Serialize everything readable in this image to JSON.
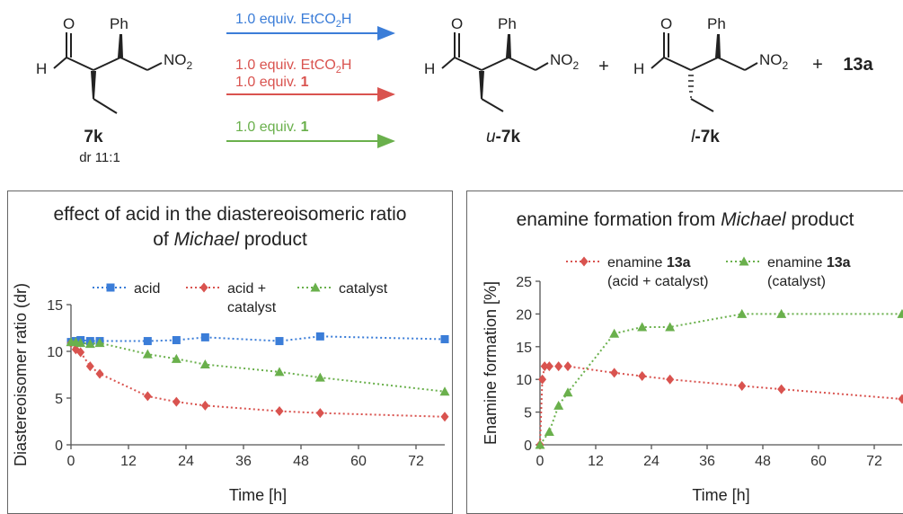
{
  "scheme": {
    "reactant": {
      "ph": "Ph",
      "no2": "NO",
      "no2_sub": "2",
      "h": "H",
      "o": "O",
      "label": "7k",
      "dr": "dr 11:1"
    },
    "arrows": [
      {
        "parts": [
          "1.0 equiv. EtCO",
          "2",
          "H"
        ],
        "color": "#3b7dd8"
      },
      {
        "parts": [
          "1.0 equiv. EtCO",
          "2",
          "H"
        ],
        "line2": [
          "1.0 equiv. ",
          "1"
        ],
        "color": "#d9534f"
      },
      {
        "line2": [
          "1.0 equiv. ",
          "1"
        ],
        "color": "#6ab04c"
      }
    ],
    "product_u": {
      "ph": "Ph",
      "no2": "NO",
      "no2_sub": "2",
      "h": "H",
      "o": "O",
      "label_prefix": "u",
      "label": "-7k"
    },
    "plus1": "+",
    "product_l": {
      "ph": "Ph",
      "no2": "NO",
      "no2_sub": "2",
      "h": "H",
      "o": "O",
      "label_prefix": "l",
      "label": "-7k"
    },
    "plus2": "+",
    "product_13a": "13a"
  },
  "left_panel": {
    "title_line1": "effect of acid in the diastereoisomeric ratio",
    "title_line2_pre": "of ",
    "title_line2_em": "Michael",
    "title_line2_post": " product"
  },
  "right_panel": {
    "title_pre": "enamine formation from ",
    "title_em": "Michael",
    "title_post": " product"
  },
  "chart_data": [
    {
      "type": "line",
      "xlabel": "Time [h]",
      "ylabel": "Diastereoisomer ratio (dr)",
      "xlim": [
        0,
        78
      ],
      "ylim": [
        0,
        15
      ],
      "xticks": [
        0,
        12,
        24,
        36,
        48,
        60,
        72
      ],
      "yticks": [
        0,
        5,
        10,
        15
      ],
      "grid": false,
      "legend": "top",
      "series": [
        {
          "name": "acid",
          "color": "#3b7dd8",
          "marker": "square",
          "x": [
            0,
            1,
            2,
            4,
            6,
            16,
            22,
            28,
            43.5,
            52,
            78
          ],
          "y": [
            11,
            11.1,
            11.2,
            11.1,
            11.1,
            11.1,
            11.2,
            11.5,
            11.1,
            11.6,
            11.3
          ]
        },
        {
          "name": "acid +",
          "name_line2": "catalyst",
          "color": "#d9534f",
          "marker": "diamond",
          "x": [
            0,
            1,
            2,
            4,
            6,
            16,
            22,
            28,
            43.5,
            52,
            78
          ],
          "y": [
            10.9,
            10.2,
            9.9,
            8.4,
            7.6,
            5.2,
            4.6,
            4.2,
            3.6,
            3.4,
            3.0
          ]
        },
        {
          "name": "catalyst",
          "color": "#6ab04c",
          "marker": "triangle",
          "x": [
            0,
            1,
            2,
            4,
            6,
            16,
            22,
            28,
            43.5,
            52,
            78
          ],
          "y": [
            11,
            11,
            10.9,
            10.8,
            10.9,
            9.7,
            9.2,
            8.6,
            7.8,
            7.2,
            5.7
          ]
        }
      ]
    },
    {
      "type": "line",
      "xlabel": "Time [h]",
      "ylabel": "Enamine formation [%]",
      "xlim": [
        0,
        78
      ],
      "ylim": [
        0,
        25
      ],
      "xticks": [
        0,
        12,
        24,
        36,
        48,
        60,
        72
      ],
      "yticks": [
        0,
        5,
        10,
        15,
        20,
        25
      ],
      "grid": false,
      "legend": "top",
      "series": [
        {
          "name_pre": "enamine ",
          "name_bold": "13a",
          "name_line2": "(acid + catalyst)",
          "color": "#d9534f",
          "marker": "diamond",
          "x": [
            0,
            0.5,
            1,
            2,
            4,
            6,
            16,
            22,
            28,
            43.5,
            52,
            78
          ],
          "y": [
            0,
            10,
            12,
            12,
            12,
            12,
            11,
            10.5,
            10,
            9,
            8.5,
            7
          ]
        },
        {
          "name_pre": "enamine ",
          "name_bold": "13a",
          "name_line2": "(catalyst)",
          "color": "#6ab04c",
          "marker": "triangle",
          "x": [
            0,
            2,
            4,
            6,
            16,
            22,
            28,
            43.5,
            52,
            78
          ],
          "y": [
            0,
            2,
            6,
            8,
            17,
            18,
            18,
            20,
            20,
            20
          ]
        }
      ]
    }
  ]
}
